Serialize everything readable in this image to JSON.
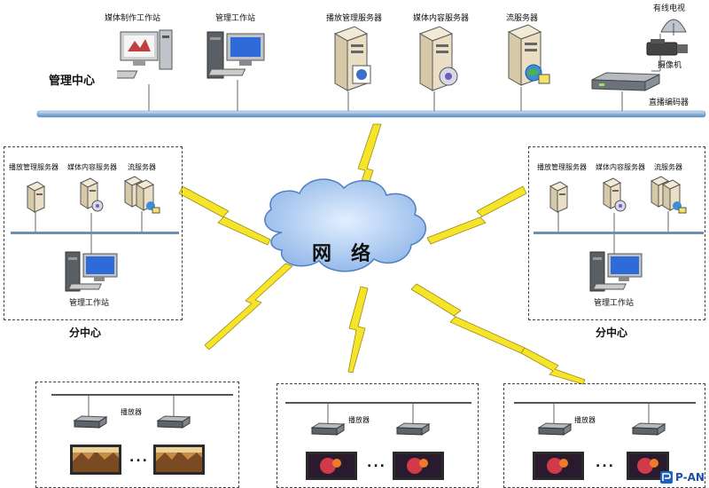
{
  "hq": {
    "title": "管理中心",
    "devices": [
      {
        "label": "媒体制作工作站",
        "icon": "workstation-icon"
      },
      {
        "label": "管理工作站",
        "icon": "workstation-icon"
      },
      {
        "label": "播放管理服务器",
        "icon": "server-icon"
      },
      {
        "label": "媒体内容服务器",
        "icon": "server-icon"
      },
      {
        "label": "流服务器",
        "icon": "server-icon"
      }
    ],
    "cable_tv": "有线电视",
    "camera": "摄像机",
    "encoder": "直播编码器"
  },
  "network_label": "网　络",
  "branch": {
    "title": "分中心",
    "servers": [
      "播放管理服务器",
      "媒体内容服务器",
      "流服务器"
    ],
    "workstation": "管理工作站"
  },
  "site": {
    "player": "播放器",
    "ellipsis": "..."
  },
  "brand": "P-AN",
  "colors": {
    "bus": "#8ab3d8",
    "lightning": "#f5e42a",
    "cloud": "#a9c8ee",
    "server": "#e8dcc0"
  }
}
